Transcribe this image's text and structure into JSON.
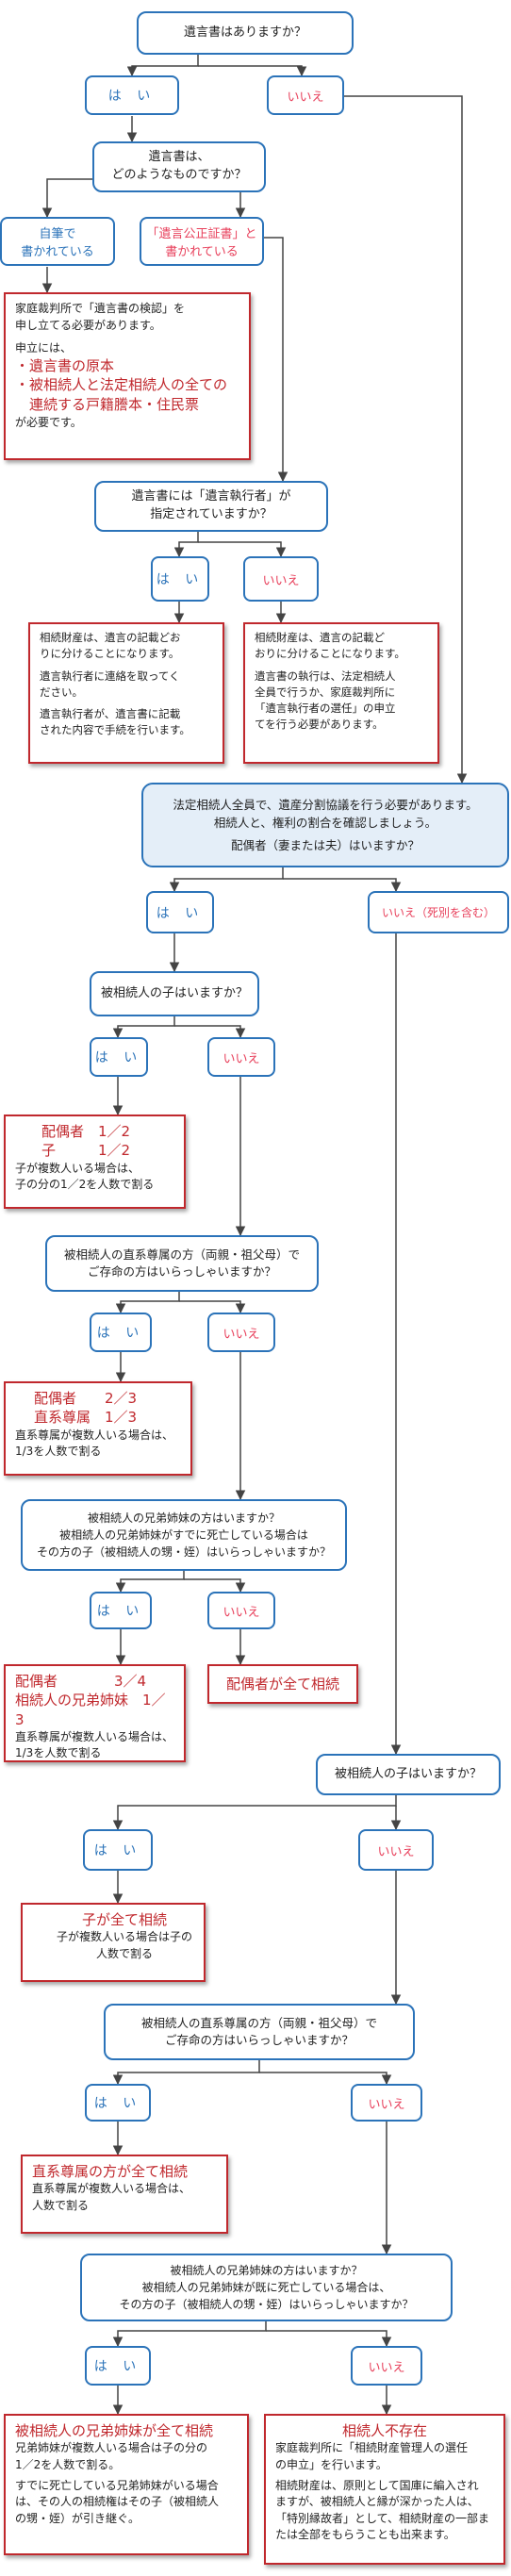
{
  "q_will": "遺言書はありますか？",
  "yes": "は い",
  "no": "いいえ",
  "no_death": "いいえ（死別を含む）",
  "q_will_type_1": "遺言書は、",
  "q_will_type_2": "どのようなものですか？",
  "holograph_1": "自筆で",
  "holograph_2": "書かれている",
  "notarial_1": "「遺言公正証書」と",
  "notarial_2": "書かれている",
  "probate": {
    "l1": "家庭裁判所で「遺言書の検認」を",
    "l2": "申し立てる必要があります。",
    "l3": "申立には、",
    "i1": "・遺言書の原本",
    "i2a": "・被相続人と法定相続人の全ての",
    "i2b": "　連続する戸籍謄本・住民票",
    "l4": "が必要です。"
  },
  "q_executor_1": "遺言書には「遺言執行者」が",
  "q_executor_2": "指定されていますか？",
  "exec_yes": {
    "p1a": "相続財産は、遺言の記載どお",
    "p1b": "りに分けることになります。",
    "p2a": "遺言執行者に連絡を取ってく",
    "p2b": "ださい。",
    "p3a": "遺言執行者が、遺言書に記載",
    "p3b": "された内容で手続を行います。"
  },
  "exec_no": {
    "p1a": "相続財産は、遺言の記載ど",
    "p1b": "おりに分けることになります。",
    "p2a": "遺言書の執行は、法定相続人",
    "p2b": "全員で行うか、家庭裁判所に",
    "p2c": "「遺言執行者の選任」の申立",
    "p2d": "てを行う必要があります。"
  },
  "division_1": "法定相続人全員で、遺産分割協議を行う必要があります。",
  "division_2": "相続人と、権利の割合を確認しましょう。",
  "division_3": "配偶者（妻または夫）はいますか？",
  "q_child": "被相続人の子はいますか？",
  "r_spouse_child": {
    "a1": "配偶者　1／2",
    "a2": "子　　　1／2",
    "s1": "子が複数人いる場合は、",
    "s2": "子の分の1／2を人数で割る"
  },
  "q_asc_1": "被相続人の直系尊属の方（両親・祖父母）で",
  "q_asc_2": "ご存命の方はいらっしゃいますか？",
  "r_spouse_asc": {
    "a1": "配偶者　　2／3",
    "a2": "直系尊属　1／3",
    "s1": "直系尊属が複数人いる場合は、",
    "s2": "1/3を人数で割る"
  },
  "q_sib_1": "被相続人の兄弟姉妹の方はいますか？",
  "q_sib_2": "被相続人の兄弟姉妹がすでに死亡している場合は",
  "q_sib_3": "その方の子（被相続人の甥・姪）はいらっしゃいますか？",
  "r_spouse_sib": {
    "a1": "配偶者　　　　3／4",
    "a2": "相続人の兄弟姉妹　1／3",
    "s1": "直系尊属が複数人いる場合は、",
    "s2": "1/3を人数で割る"
  },
  "r_spouse_all": "配偶者が全て相続",
  "r_child_all": {
    "a1": "子が全て相続",
    "s1": "子が複数人いる場合は子の",
    "s2": "人数で割る"
  },
  "q_asc2_1": "被相続人の直系尊属の方（両親・祖父母）で",
  "q_asc2_2": "ご存命の方はいらっしゃいますか？",
  "r_asc_all": {
    "a1": "直系尊属の方が全て相続",
    "s1": "直系尊属が複数人いる場合は、",
    "s2": "人数で割る"
  },
  "q_sib2_1": "被相続人の兄弟姉妹の方はいますか？",
  "q_sib2_2": "被相続人の兄弟姉妹が既に死亡している場合は、",
  "q_sib2_3": "その方の子（被相続人の甥・姪）はいらっしゃいますか？",
  "r_sib_all": {
    "a1": "被相続人の兄弟姉妹が全て相続",
    "s1": "兄弟姉妹が複数人いる場合は子の分の",
    "s2": "1／2を人数で割る。",
    "s3": "すでに死亡している兄弟姉妹がいる場合",
    "s4": "は、その人の相続権はその子（被相続人",
    "s5": "の甥・姪）が引き継ぐ。"
  },
  "r_nobody": {
    "a1": "相続人不存在",
    "s1": "家庭裁判所に「相続財産管理人の選任",
    "s2": "の申立」を行います。",
    "s3": "相続財産は、原則として国庫に編入され",
    "s4": "ますが、被相続人と縁が深かった人は、",
    "s5": "「特別縁故者」として、相続財産の一部ま",
    "s6": "たは全部をもらうことも出来ます。"
  },
  "colors": {
    "blue": "#2b73b9",
    "red": "#c0282d",
    "pink": "#e8415c",
    "light": "#e4eef8"
  }
}
